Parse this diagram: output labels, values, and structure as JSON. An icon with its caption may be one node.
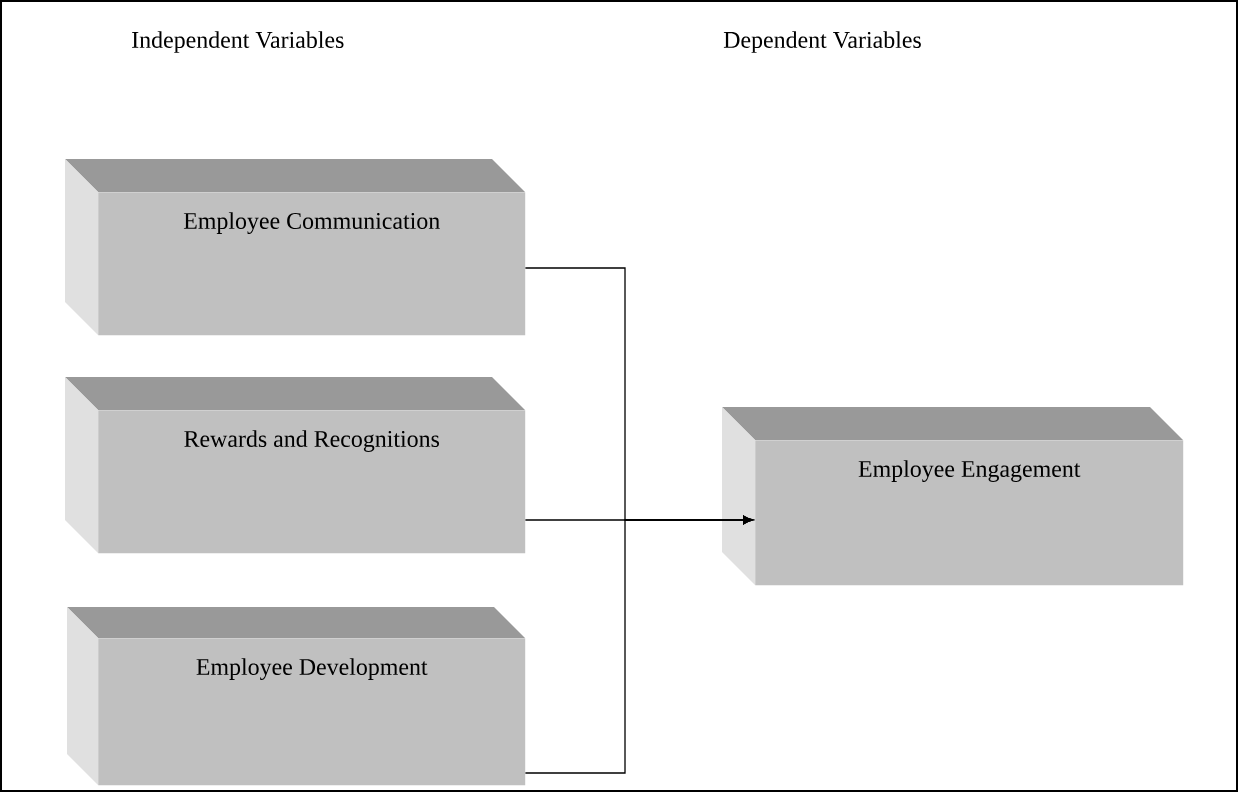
{
  "diagram": {
    "nodes": [
      {
        "text": [
          "Employee Communication"
        ]
      },
      {
        "text": [
          "Rewards and Recognitions"
        ]
      },
      {
        "text": [
          "Employee Development"
        ]
      },
      {
        "text": [
          "Employee Engagement"
        ]
      }
    ],
    "edges": [
      {
        "from": 0,
        "to": 3,
        "arrow": "to"
      },
      {
        "from": 1,
        "to": 3,
        "arrow": "to"
      },
      {
        "from": 2,
        "to": 3,
        "arrow": "to"
      }
    ],
    "labels": [
      "Independent Variables",
      "Dependent Variables"
    ]
  }
}
